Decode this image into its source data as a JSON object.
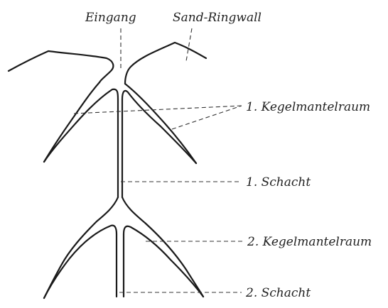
{
  "labels": {
    "entrance": "Eingang",
    "sand_ring_wall": "Sand-Ringwall",
    "cone_space_1": "1. Kegelmantelraum",
    "shaft_1": "1.  Schacht",
    "cone_space_2": "2. Kegelmantelraum",
    "shaft_2": "2.  Schacht"
  }
}
